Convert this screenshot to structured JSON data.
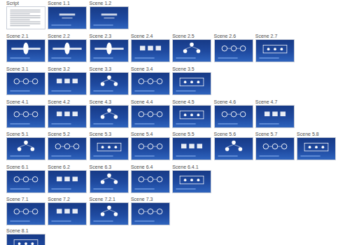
{
  "diagram": {
    "nodes": [
      {
        "text": [
          "Script"
        ]
      },
      {
        "text": [
          "Scene 1.1"
        ]
      },
      {
        "text": [
          "Scene 1.2"
        ]
      },
      {
        "text": [
          "Scene 2.1"
        ]
      },
      {
        "text": [
          "Scene 2.2"
        ]
      },
      {
        "text": [
          "Scene 2.3"
        ]
      },
      {
        "text": [
          "Scene 2.4"
        ]
      },
      {
        "text": [
          "Scene 2.5"
        ]
      },
      {
        "text": [
          "Scene 2.6"
        ]
      },
      {
        "text": [
          "Scene 2.7"
        ]
      },
      {
        "text": [
          "Scene 3.1"
        ]
      },
      {
        "text": [
          "Scene 3.2"
        ]
      },
      {
        "text": [
          "Scene 3.3"
        ]
      },
      {
        "text": [
          "Scene 3.4"
        ]
      },
      {
        "text": [
          "Scene 3.5"
        ]
      },
      {
        "text": [
          "Scene 4.1"
        ]
      },
      {
        "text": [
          "Scene 4.2"
        ]
      },
      {
        "text": [
          "Scene 4.3"
        ]
      },
      {
        "text": [
          "Scene 4.4"
        ]
      },
      {
        "text": [
          "Scene 4.5"
        ]
      },
      {
        "text": [
          "Scene 4.6"
        ]
      },
      {
        "text": [
          "Scene 4.7"
        ]
      },
      {
        "text": [
          "Scene 5.1"
        ]
      },
      {
        "text": [
          "Scene 5.2"
        ]
      },
      {
        "text": [
          "Scene 5.3"
        ]
      },
      {
        "text": [
          "Scene 5.4"
        ]
      },
      {
        "text": [
          "Scene 5.5"
        ]
      },
      {
        "text": [
          "Scene 5.6"
        ]
      },
      {
        "text": [
          "Scene 5.7"
        ]
      },
      {
        "text": [
          "Scene 5.8"
        ]
      },
      {
        "text": [
          "Scene 6.1"
        ]
      },
      {
        "text": [
          "Scene 6.2"
        ]
      },
      {
        "text": [
          "Scene 6.3"
        ]
      },
      {
        "text": [
          "Scene 6.4"
        ]
      },
      {
        "text": [
          "Scene 6.4.1"
        ]
      },
      {
        "text": [
          "Scene 7.1"
        ]
      },
      {
        "text": [
          "Scene 7.2"
        ]
      },
      {
        "text": [
          "Scene 7.2.1"
        ]
      },
      {
        "text": [
          "Scene 7.3"
        ]
      },
      {
        "text": [
          "Scene 8.1"
        ]
      }
    ]
  }
}
